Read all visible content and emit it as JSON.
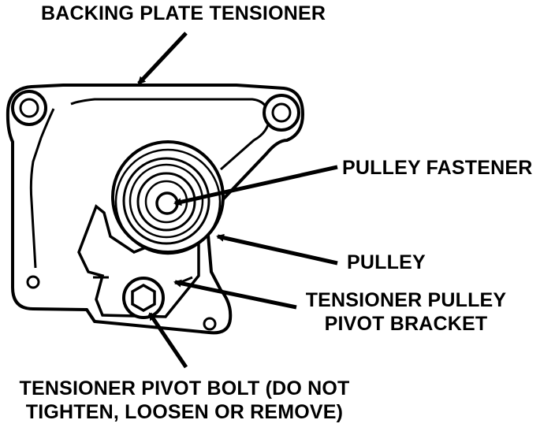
{
  "labels": {
    "backing_plate_tensioner": "BACKING PLATE TENSIONER",
    "pulley_fastener": "PULLEY FASTENER",
    "pulley": "PULLEY",
    "tensioner_pulley_pivot_bracket_line1": "TENSIONER PULLEY",
    "tensioner_pulley_pivot_bracket_line2": "PIVOT BRACKET",
    "tensioner_pivot_bolt_line1": "TENSIONER PIVOT BOLT (DO NOT",
    "tensioner_pivot_bolt_line2": "TIGHTEN,  LOOSEN OR REMOVE)"
  },
  "colors": {
    "ink": "#000000",
    "paper": "#ffffff"
  }
}
